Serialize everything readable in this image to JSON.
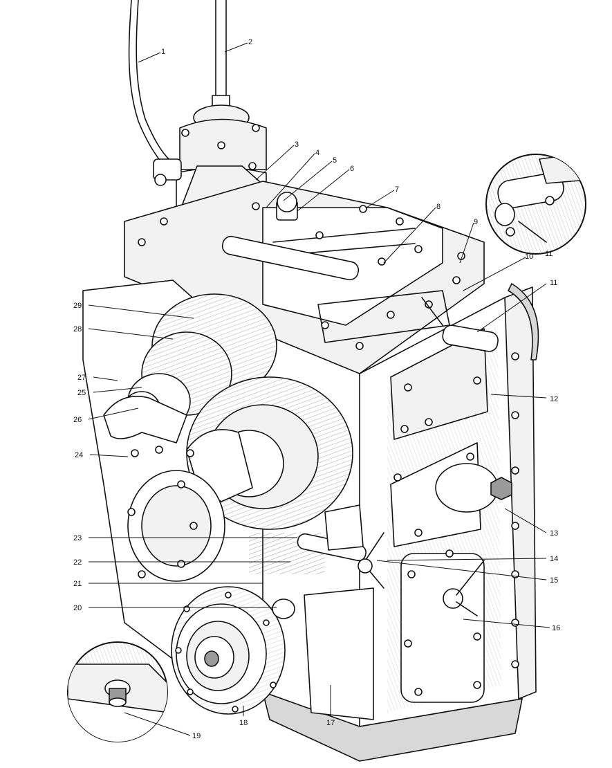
{
  "figure": {
    "callouts": [
      "1",
      "2",
      "3",
      "4",
      "5",
      "6",
      "7",
      "8",
      "9",
      "10",
      "11",
      "12",
      "13",
      "14",
      "15",
      "16",
      "17",
      "18",
      "19",
      "20",
      "21",
      "22",
      "23",
      "24",
      "25",
      "26",
      "27",
      "28",
      "29"
    ],
    "inset_callouts": {
      "top_right": "11",
      "bottom_left": "19"
    }
  }
}
